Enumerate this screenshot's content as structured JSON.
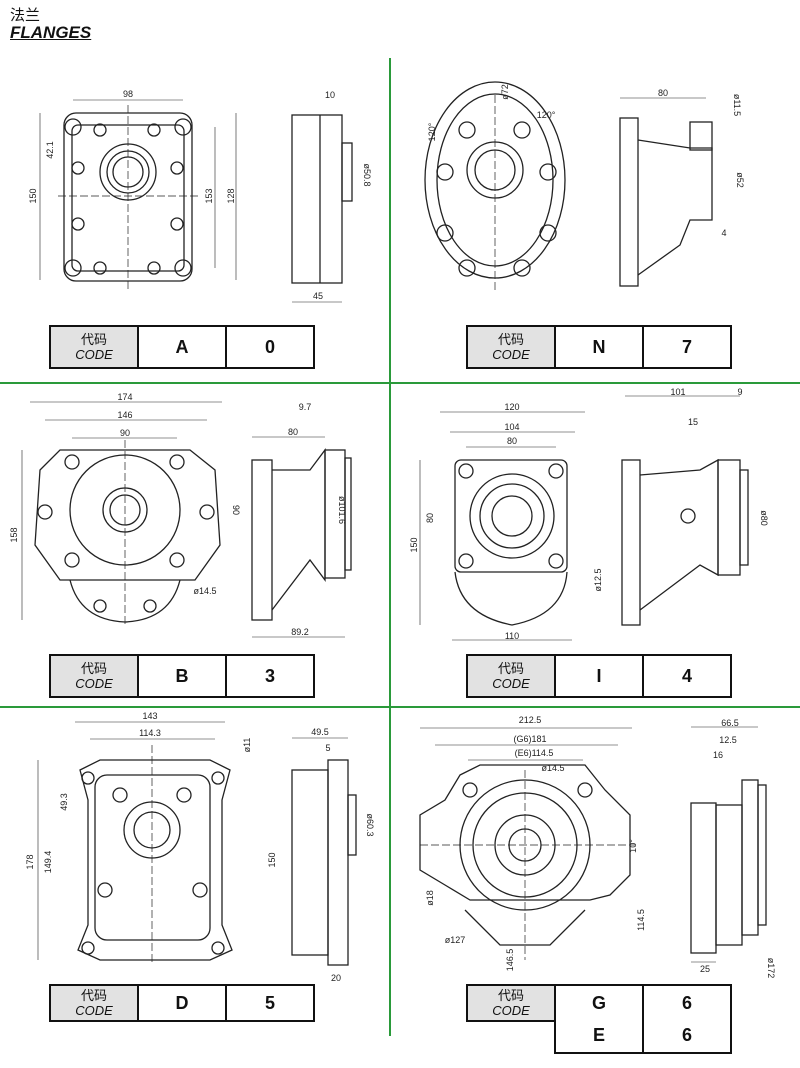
{
  "header": {
    "title_cn": "法兰",
    "title_en": "FLANGES"
  },
  "code_label_cn": "代码",
  "code_label_en": "CODE",
  "colors": {
    "divider": "#2a9a3a",
    "header_cell": "#e2e2e2"
  },
  "panels": [
    {
      "id": "A0",
      "codes": [
        "A",
        "0"
      ],
      "dims": [
        "98",
        "42.1",
        "150",
        "153",
        "128",
        "10",
        "ø50.8",
        "45"
      ]
    },
    {
      "id": "N7",
      "codes": [
        "N",
        "7"
      ],
      "dims": [
        "ø72",
        "120°",
        "120°",
        "80",
        "ø11.5",
        "ø52",
        "4"
      ]
    },
    {
      "id": "B3",
      "codes": [
        "B",
        "3"
      ],
      "dims": [
        "174",
        "146",
        "90",
        "158",
        "90",
        "ø14.5",
        "9.7",
        "80",
        "ø101.6",
        "89.2"
      ]
    },
    {
      "id": "I4",
      "codes": [
        "I",
        "4"
      ],
      "dims": [
        "120",
        "104",
        "80",
        "150",
        "80",
        "ø12.5",
        "110",
        "101",
        "9",
        "15",
        "ø80"
      ]
    },
    {
      "id": "D5",
      "codes": [
        "D",
        "5"
      ],
      "dims": [
        "143",
        "114.3",
        "ø11",
        "178",
        "149.4",
        "49.3",
        "150",
        "49.5",
        "5",
        "ø60.3",
        "20"
      ]
    },
    {
      "id": "G6E6",
      "codes": [
        "G",
        "6"
      ],
      "codes2": [
        "E",
        "6"
      ],
      "dims": [
        "212.5",
        "(G6)181",
        "(E6)114.5",
        "ø14.5",
        "10°",
        "ø18",
        "ø127",
        "114.5",
        "146.5",
        "66.5",
        "12.5",
        "16",
        "25",
        "ø172"
      ]
    }
  ]
}
